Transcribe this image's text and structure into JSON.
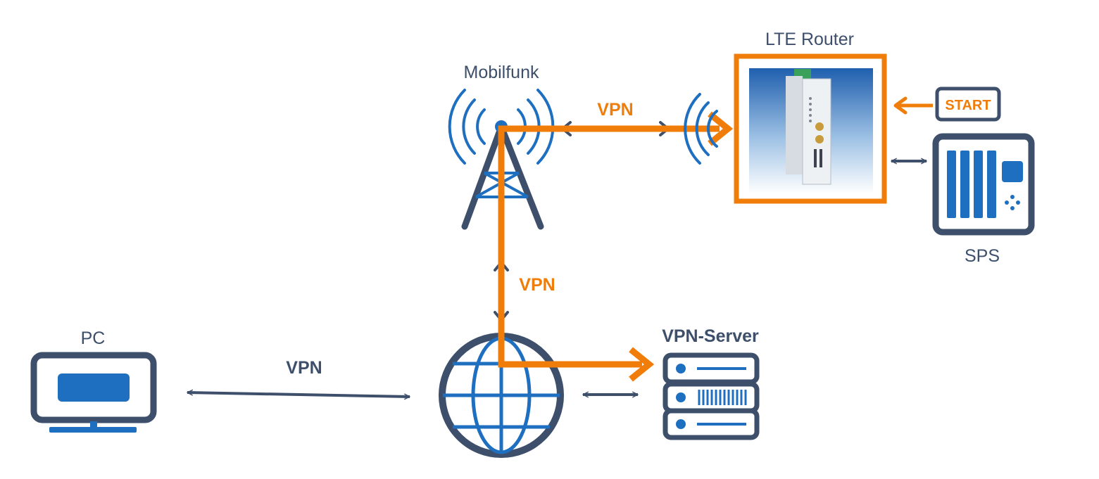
{
  "nodes": {
    "pc": "PC",
    "mobile": "Mobilfunk",
    "router": "LTE Router",
    "sps": "SPS",
    "vpn_server": "VPN-Server"
  },
  "links": {
    "pc_internet": "VPN",
    "tower_internet": "VPN",
    "tower_router": "VPN"
  },
  "start": "START",
  "colors": {
    "highlight": "#f07d0a",
    "outline": "#3d4f6b",
    "accent": "#1f6fc0"
  }
}
